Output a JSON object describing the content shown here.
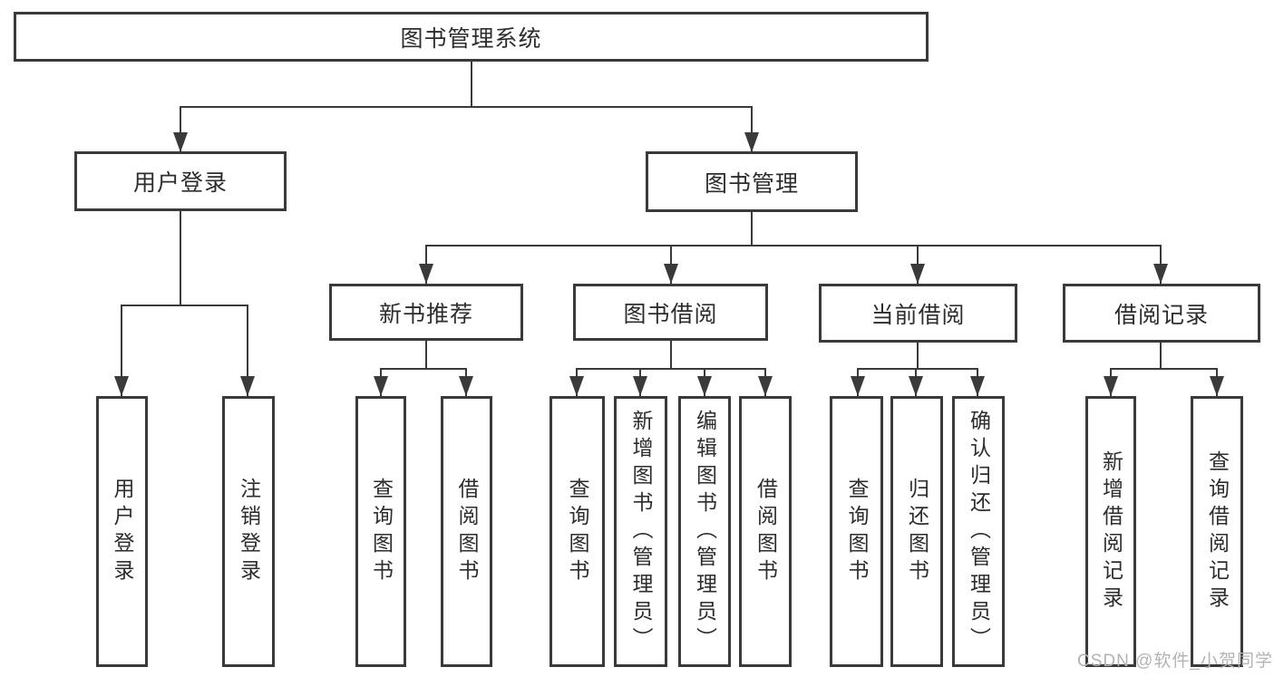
{
  "diagram": {
    "root": "图书管理系统",
    "level2": {
      "user_login": "用户登录",
      "book_mgmt": "图书管理"
    },
    "level3": {
      "new_book": "新书推荐",
      "book_borrow": "图书借阅",
      "current_borrow": "当前借阅",
      "borrow_record": "借阅记录"
    },
    "leaves": {
      "user_login": "用户登录",
      "logout": "注销登录",
      "nb_query": "查询图书",
      "nb_borrow": "借阅图书",
      "bb_query": "查询图书",
      "bb_add": "新增图书（管理员）",
      "bb_edit": "编辑图书（管理员）",
      "bb_borrow": "借阅图书",
      "cb_query": "查询图书",
      "cb_return": "归还图书",
      "cb_confirm": "确认归还（管理员）",
      "br_add": "新增借阅记录",
      "br_query": "查询借阅记录"
    },
    "watermark": "CSDN @软件_小贺同学",
    "colors": {
      "line": "#3a3a3a",
      "text": "#2d2d2d",
      "background": "#ffffff",
      "watermark": "#b3b3b3"
    }
  }
}
